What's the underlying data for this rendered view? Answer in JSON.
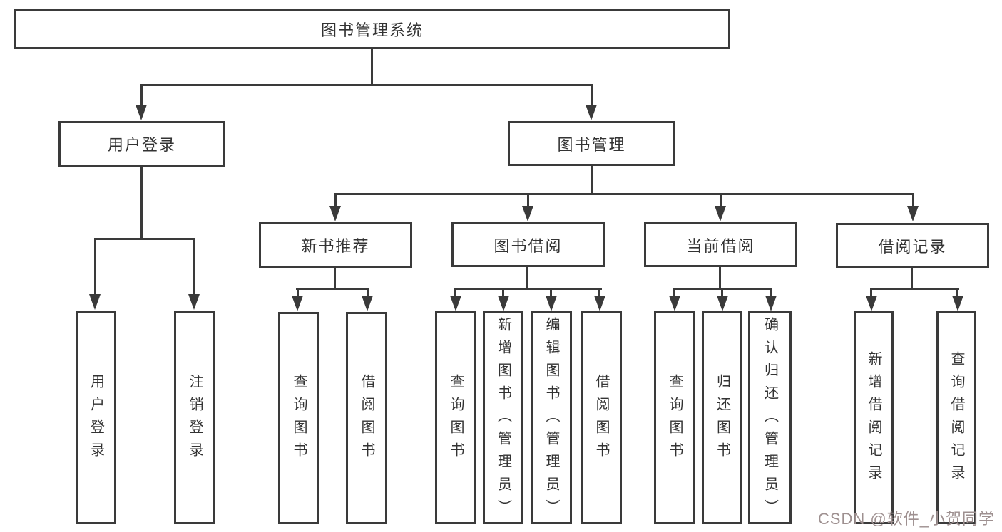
{
  "tree": {
    "root": "图书管理系统",
    "level2": [
      "用户登录",
      "图书管理"
    ],
    "level3": [
      "新书推荐",
      "图书借阅",
      "当前借阅",
      "借阅记录"
    ],
    "leaves": {
      "user_login": [
        "用户登录",
        "注销登录"
      ],
      "new_book_recommend": [
        "查询图书",
        "借阅图书"
      ],
      "book_borrow": [
        "查询图书",
        "新增图书（管理员）",
        "编辑图书（管理员）",
        "借阅图书"
      ],
      "current_borrow": [
        "查询图书",
        "归还图书",
        "确认归还（管理员）"
      ],
      "borrow_records": [
        "新增借阅记录",
        "查询借阅记录"
      ]
    }
  },
  "watermark": "CSDN @软件_小贺同学",
  "colors": {
    "line": "#3a3a3a",
    "text": "#333333",
    "background": "#ffffff",
    "watermark": "#9e9090"
  }
}
